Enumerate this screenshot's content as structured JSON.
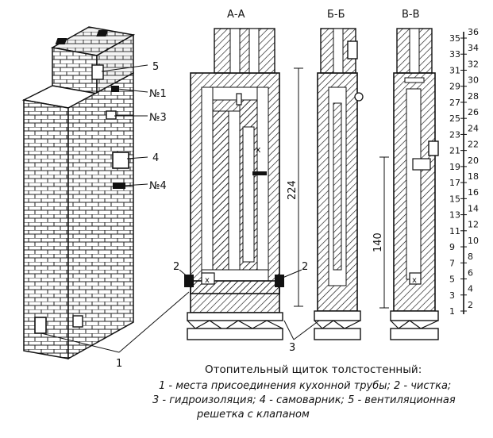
{
  "sections": {
    "aa": "А-А",
    "bb": "Б-Б",
    "vv": "В-В"
  },
  "callouts": {
    "vent_grate": "5",
    "no1": "№1",
    "no3": "№3",
    "samovar": "4",
    "no4": "№4",
    "kitchen_pipe": "1",
    "cleanout_left": "2",
    "cleanout_right": "2",
    "insulation": "3"
  },
  "dimensions": {
    "height_total": "224",
    "height_lower": "140"
  },
  "scale": {
    "left_numbers": [
      "35",
      "33",
      "31",
      "29",
      "27",
      "25",
      "23",
      "21",
      "19",
      "17",
      "15",
      "13",
      "11",
      "9",
      "7",
      "5",
      "3",
      "1"
    ],
    "right_numbers": [
      "36",
      "34",
      "32",
      "30",
      "28",
      "26",
      "24",
      "22",
      "20",
      "18",
      "16",
      "14",
      "12",
      "10",
      "8",
      "6",
      "4",
      "2"
    ]
  },
  "caption": {
    "title": "Отопительный щиток толстостенный:",
    "line1": "1 - места присоединения кухонной трубы; 2 - чистка;",
    "line2": "3 - гидроизоляция; 4 - самоварник; 5 - вентиляционная",
    "line3": "решетка с клапаном"
  },
  "colors": {
    "ink": "#111111",
    "paper": "#ffffff"
  }
}
